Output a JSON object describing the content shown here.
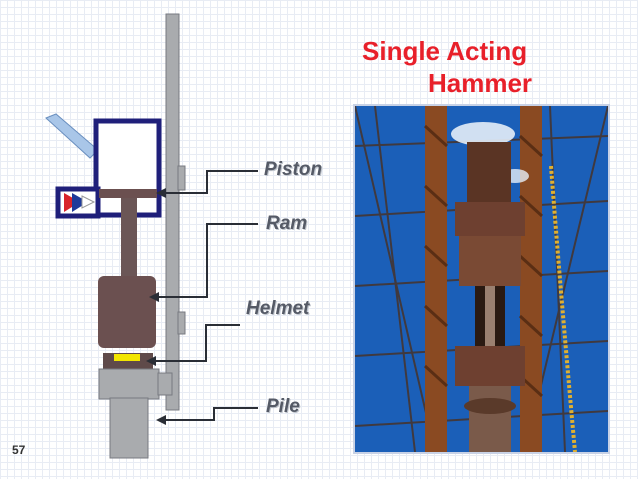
{
  "title": {
    "line1": "Single Acting",
    "line2": "Hammer"
  },
  "labels": {
    "piston": "Piston",
    "ram": "Ram",
    "helmet": "Helmet",
    "pile": "Pile"
  },
  "slide_number": "57",
  "colors": {
    "title": "#e8202a",
    "frame": "#1f1f7a",
    "ram": "#6b5050",
    "helmet_pad": "#f2e600",
    "sky": "#1b5fb8",
    "rust": "#8a4a22"
  }
}
